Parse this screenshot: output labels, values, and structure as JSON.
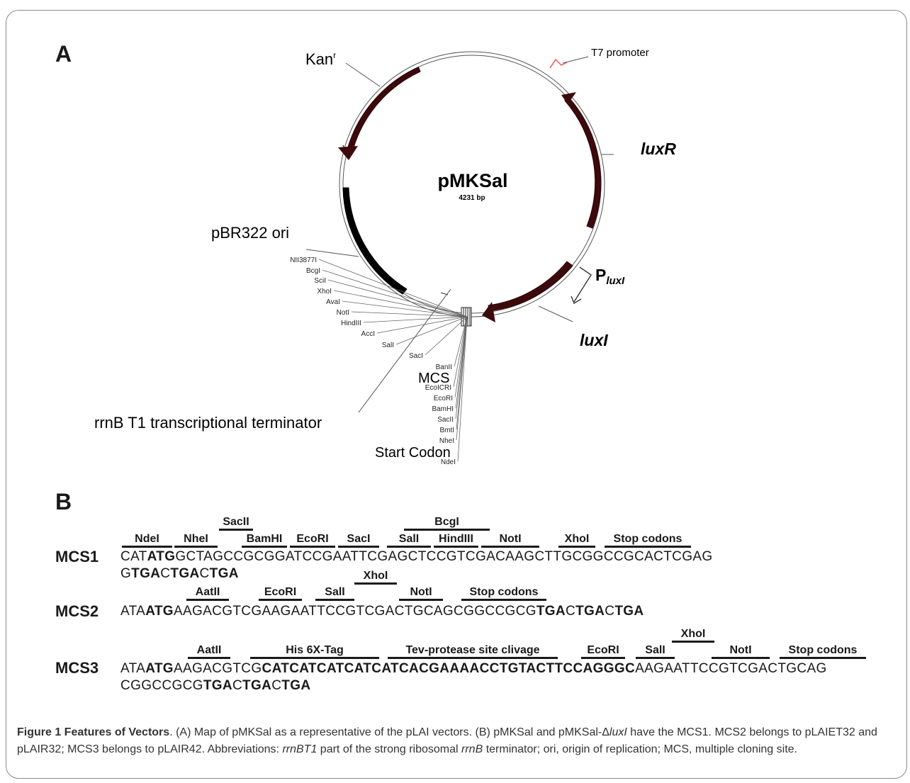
{
  "panel_a_label": "A",
  "panel_b_label": "B",
  "plasmid": {
    "name": "pMKSal",
    "size": "4231 bp",
    "features": {
      "kan": "Kan",
      "kan_sup": "r",
      "t7": "T7 promoter",
      "luxR": "luxR",
      "pluxI_P": "P",
      "pluxI_sub": "luxI",
      "luxI": "luxI",
      "ori": "pBR322 ori",
      "rrnb": "rrnB T1 transcriptional terminator",
      "mcs": "MCS",
      "start": "Start Codon"
    },
    "sites_left": [
      "NII3877I",
      "BcgI",
      "SciI",
      "XhoI",
      "AvaI",
      "NotI",
      "HindIII",
      "AccI",
      "SalI",
      "SacI"
    ],
    "sites_right": [
      "BanII",
      "EcoICRI",
      "EcoRI",
      "BamHI",
      "SacII",
      "BmtI",
      "NheI",
      "NdeI"
    ]
  },
  "mcs1": {
    "label": "MCS1",
    "upper_sites": [
      "SacII",
      "BcgI"
    ],
    "sites": [
      "NdeI",
      "NheI",
      "BamHI",
      "EcoRI",
      "SacI",
      "SalI",
      "HindIII",
      "NotI",
      "XhoI",
      "Stop codons"
    ],
    "line1": [
      "CAT",
      "ATG",
      "GCTAGCCGCGGATCCGAATTCGAGCTCCGTCGACAAGCTTGCGGCCGCACTCGAG"
    ],
    "line2": [
      "G",
      "TGA",
      "C",
      "TGA",
      "C",
      "TGA"
    ]
  },
  "mcs2": {
    "label": "MCS2",
    "upper_sites": [
      "XhoI"
    ],
    "sites": [
      "AatII",
      "EcoRI",
      "SalI",
      "NotI",
      "Stop codons"
    ],
    "line1": [
      "ATA",
      "ATG",
      "AAGACGTCGAAGAATTCCGTCGACTGCAGCGGCCGCG",
      "TGA",
      "C",
      "TGA",
      "C",
      "TGA"
    ]
  },
  "mcs3": {
    "label": "MCS3",
    "upper_sites": [
      "XhoI"
    ],
    "sites": [
      "AatII",
      "His 6X-Tag",
      "Tev-protease site clivage",
      "EcoRI",
      "SalI",
      "NotI",
      "Stop codons"
    ],
    "line1": [
      "ATA",
      "ATG",
      "AAGACGTCG",
      "CATCATCATCATCATCACGAAAACCTGTACTTCCAGGGC",
      "AAGAATTCCGTCGACTGCAG"
    ],
    "line2": [
      "CGGCCGCG",
      "TGA",
      "C",
      "TGA",
      "C",
      "TGA"
    ]
  },
  "caption": {
    "title": "Figure 1 Features of Vectors",
    "t1": ". (A) Map of pMKSal as a representative of the pLAI vectors. (B) pMKSal and pMKSal-Δ",
    "i1": "luxI",
    "t2": " have the MCS1. MCS2 belongs to pLAIET32 and pLAIR32; MCS3 belongs to pLAIR42. Abbreviations: ",
    "i2": "rrnBT1",
    "t3": " part of the strong ribosomal ",
    "i3": "rrnB",
    "t4": " terminator; ori, origin of replication; MCS, multiple cloning site."
  }
}
